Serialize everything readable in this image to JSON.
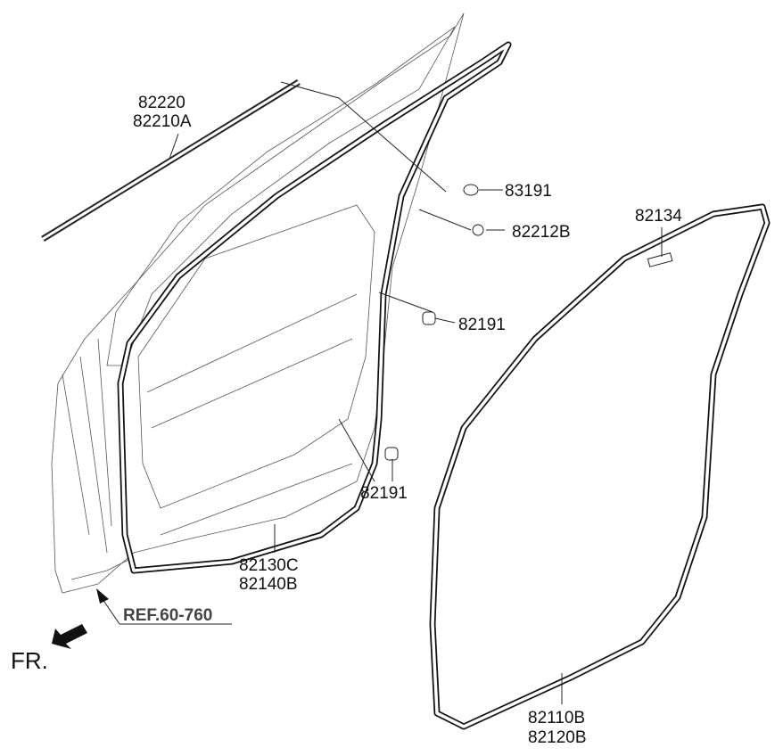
{
  "title": "Front Door Panel & Weatherstrip Parts Diagram",
  "parts": {
    "belt_moulding": [
      "82220",
      "82210A"
    ],
    "cap": "83191",
    "clip": "82212B",
    "pad": "82134",
    "bumper_upper": "82191",
    "bumper_lower": "82191",
    "door_side_weatherstrip": [
      "82130C",
      "82140B"
    ],
    "body_side_weatherstrip": [
      "82110B",
      "82120B"
    ]
  },
  "reference": "REF.60-760",
  "direction_label": "FR."
}
